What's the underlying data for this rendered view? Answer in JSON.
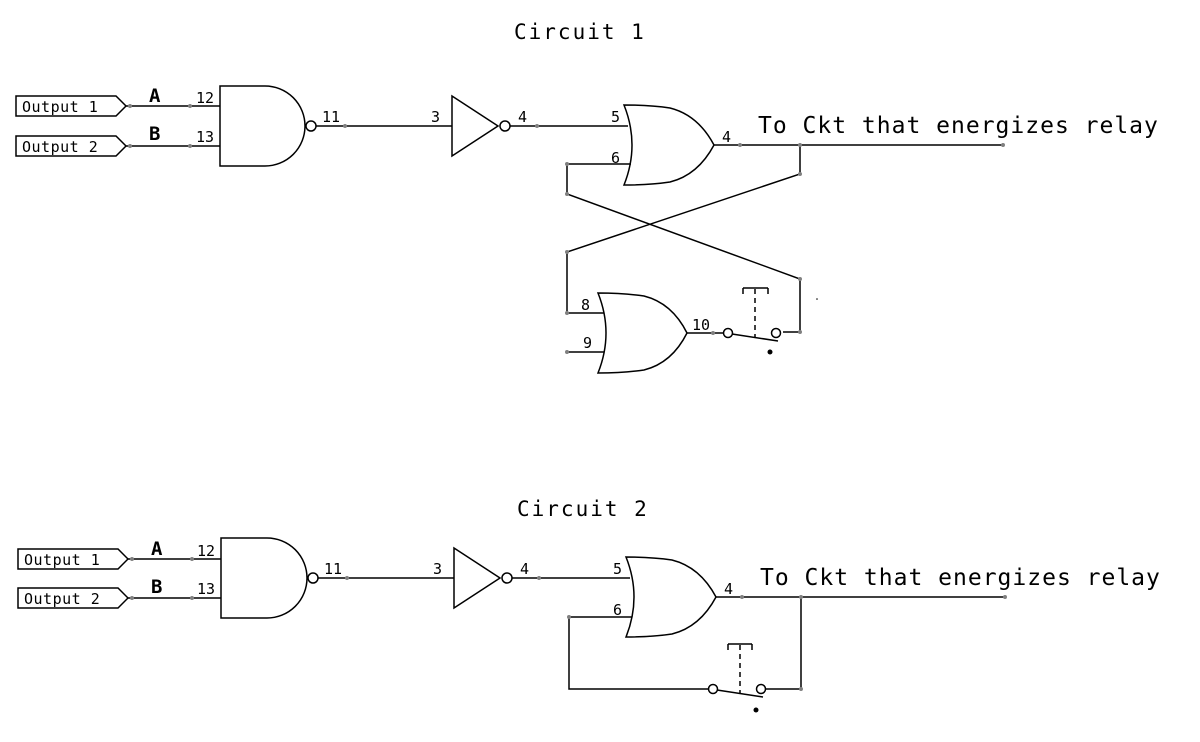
{
  "circuits": [
    {
      "title": "Circuit 1",
      "inputs": [
        {
          "port_label": "Output 1",
          "signal": "A",
          "pin": "12"
        },
        {
          "port_label": "Output 2",
          "signal": "B",
          "pin": "13"
        }
      ],
      "nand_out_pin": "11",
      "inverter_in_pin": "3",
      "inverter_out_pin": "4",
      "or_in_pins": [
        "5",
        "6"
      ],
      "or_out_pin": "4",
      "second_or_in_pins": [
        "8",
        "9"
      ],
      "second_or_out_pin": "10",
      "destination": "To Ckt that energizes relay"
    },
    {
      "title": "Circuit 2",
      "inputs": [
        {
          "port_label": "Output 1",
          "signal": "A",
          "pin": "12"
        },
        {
          "port_label": "Output 2",
          "signal": "B",
          "pin": "13"
        }
      ],
      "nand_out_pin": "11",
      "inverter_in_pin": "3",
      "inverter_out_pin": "4",
      "or_in_pins": [
        "5",
        "6"
      ],
      "or_out_pin": "4",
      "destination": "To Ckt that energizes relay"
    }
  ]
}
